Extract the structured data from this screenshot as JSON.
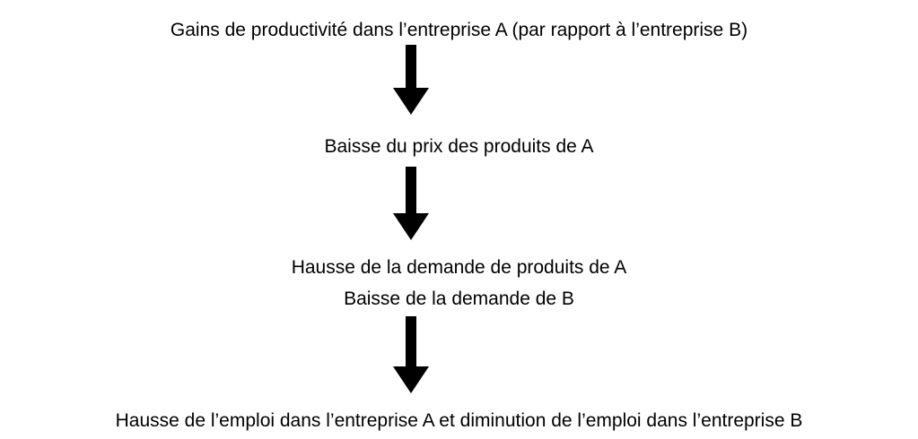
{
  "diagram": {
    "title": "Gains de productivite flowchart",
    "text_color": "#000000",
    "background_color": "#ffffff",
    "arrow_color": "#000000",
    "nodes": [
      {
        "id": "node-productivity-gains",
        "lines": [
          "Gains de productivité dans l’entreprise A (par rapport à l’entreprise B)"
        ]
      },
      {
        "id": "node-price-drop",
        "lines": [
          "Baisse du prix des produits de A"
        ]
      },
      {
        "id": "node-demand-shift",
        "lines": [
          "Hausse de la demande de produits de A",
          "Baisse de la demande de B"
        ]
      },
      {
        "id": "node-employment-effect",
        "lines": [
          "Hausse de l’emploi dans l’entreprise A et diminution de l’emploi dans l’entreprise B"
        ]
      }
    ],
    "arrows": [
      {
        "id": "arrow-1",
        "direction": "down",
        "from": "node-productivity-gains",
        "to": "node-price-drop"
      },
      {
        "id": "arrow-2",
        "direction": "down",
        "from": "node-price-drop",
        "to": "node-demand-shift"
      },
      {
        "id": "arrow-3",
        "direction": "down",
        "from": "node-demand-shift",
        "to": "node-employment-effect"
      }
    ]
  }
}
